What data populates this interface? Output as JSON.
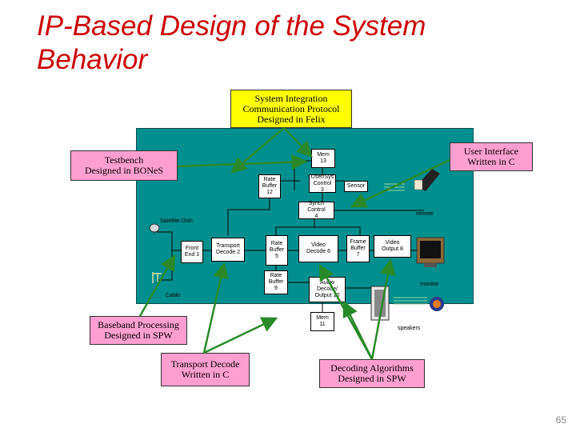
{
  "title": "IP-Based Design of the System Behavior",
  "callouts": {
    "system_integration": "System Integration\nCommunication Protocol\nDesigned in Felix",
    "testbench": "Testbench\nDesigned in BONeS",
    "user_interface": "User Interface\nWritten in C",
    "baseband": "Baseband Processing\nDesigned in SPW",
    "transport_decode": "Transport Decode\nWritten in C",
    "decoding_algorithms": "Decoding Algorithms\nDesigned in SPW"
  },
  "blocks": {
    "mem13": "Mem\n13",
    "user_sys_control": "User/Sys\nControl\n3",
    "rate_buffer_12": "Rate\nBuffer\n12",
    "sensor": "Sensor",
    "synch_control": "Synch\nControl\n4",
    "front_end": "Front\nEnd 1",
    "transport_decode": "Transport\nDecode 2",
    "rate_buffer_5": "Rate\nBuffer\n5",
    "video_decode": "Video\nDecode 6",
    "frame_buffer": "Frame\nBuffer\n7",
    "video_output": "Video\nOutput 8",
    "rate_buffer_9": "Rate\nBuffer\n9",
    "audio_decode": "Audio\nDecode/\nOutput 10",
    "mem11": "Mem\n11"
  },
  "labels": {
    "satellite_dish": "Satellite Dish",
    "cable": "Cable",
    "remote": "remote",
    "monitor": "monitor",
    "speakers": "speakers"
  },
  "page_number": "65",
  "colors": {
    "title": "#cc0000",
    "board": "#008f8f",
    "yellow_callout": "#ffff00",
    "pink_callout": "#ff9fd0",
    "arrow": "#2a8a2a"
  }
}
